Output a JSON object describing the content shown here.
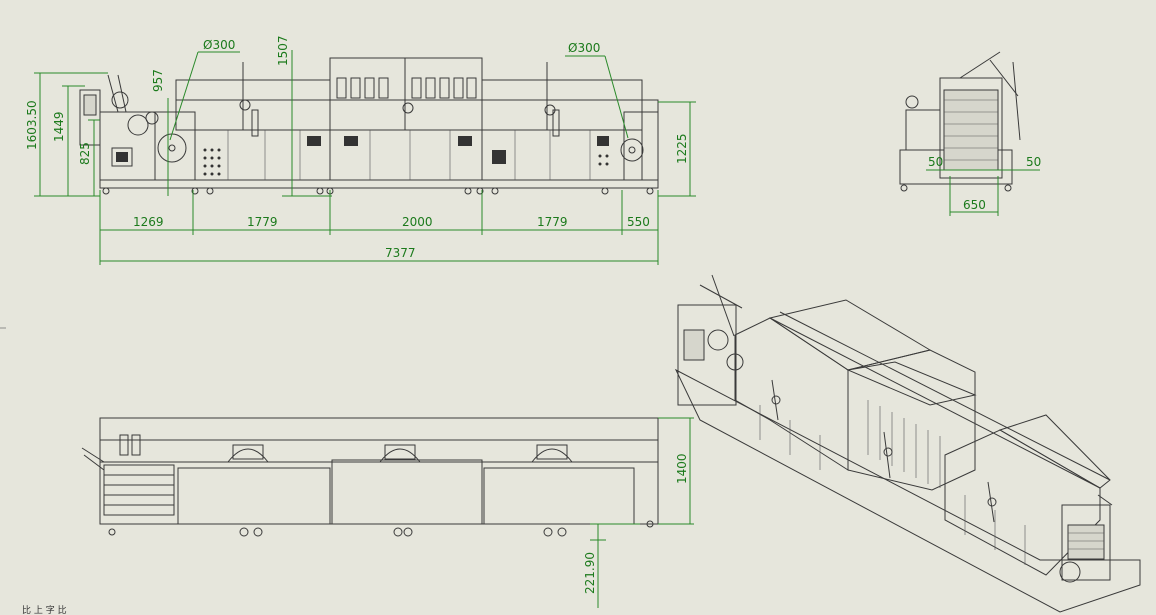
{
  "drawing": {
    "front_view": {
      "dim_diameter_left": "Ø300",
      "dim_diameter_right": "Ø300",
      "dim_957": "957",
      "dim_1507": "1507",
      "dim_1603_50": "1603.50",
      "dim_1449": "1449",
      "dim_825": "825",
      "dim_1225": "1225",
      "dim_1269": "1269",
      "dim_1779_a": "1779",
      "dim_2000": "2000",
      "dim_1779_b": "1779",
      "dim_550": "550",
      "dim_7377": "7377"
    },
    "side_view": {
      "dim_50_left": "50",
      "dim_50_right": "50",
      "dim_650": "650"
    },
    "top_view": {
      "dim_1400": "1400",
      "dim_221_90": "221.90"
    },
    "corner_label": "比 上 字 比"
  },
  "colors": {
    "background": "#e6e6dc",
    "dimension": "#1c7a1c",
    "line": "#3a3a3a"
  }
}
